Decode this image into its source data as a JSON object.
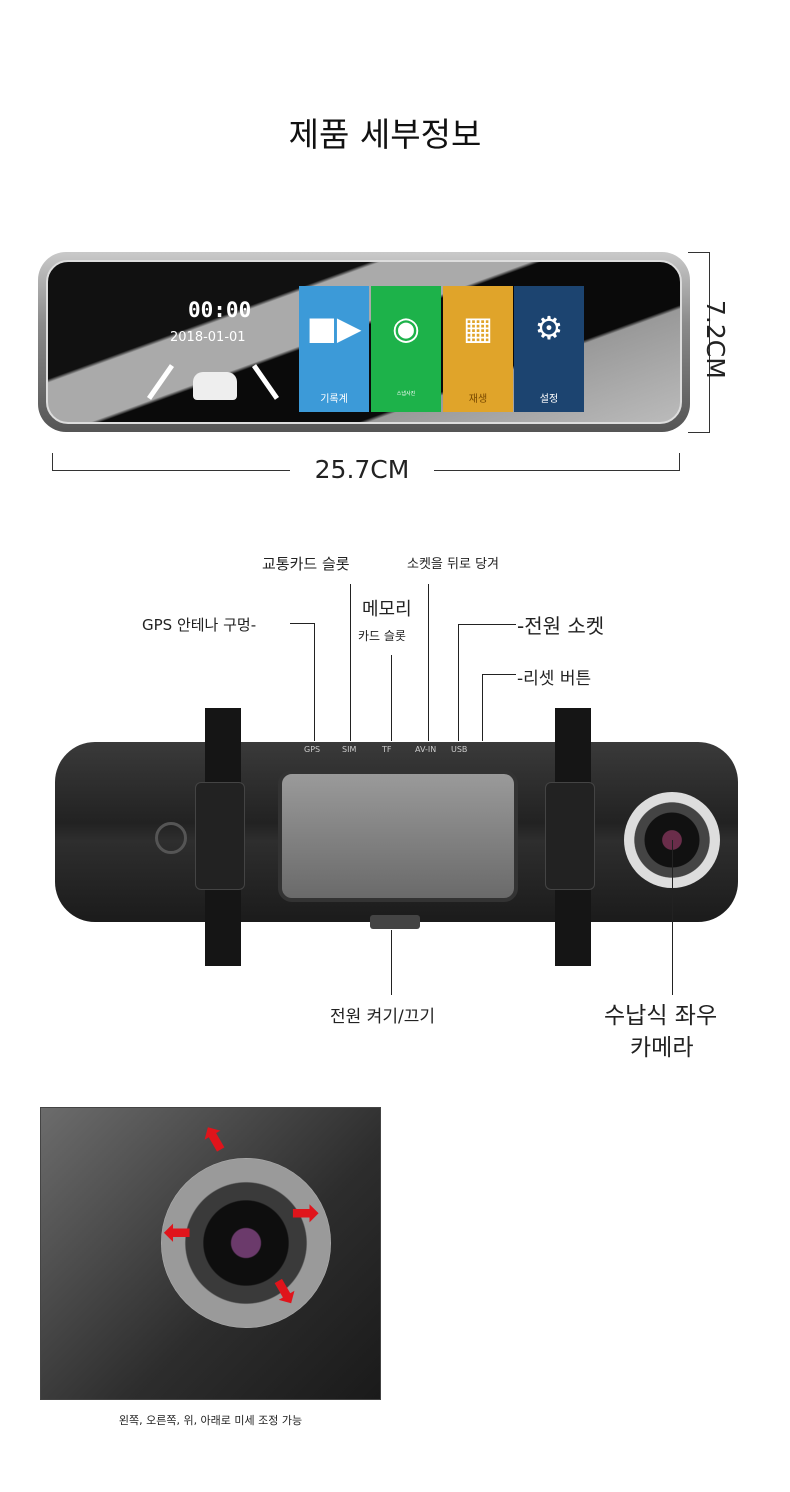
{
  "title": "제품 세부정보",
  "mirror": {
    "clock": "00:00",
    "date": "2018-01-01",
    "tiles": [
      {
        "label": "기록계",
        "icon": "video-camera-icon",
        "color": "#3c9ad8"
      },
      {
        "label": "스냅사진",
        "icon": "camera-icon",
        "color": "#1db24a"
      },
      {
        "label": "재생",
        "icon": "film-icon",
        "color": "#e0a42a"
      },
      {
        "label": "설정",
        "icon": "gear-icon",
        "color": "#1c4470"
      }
    ]
  },
  "dimensions": {
    "height": "7.2CM",
    "width": "25.7CM"
  },
  "ports": [
    "GPS",
    "SIM",
    "TF",
    "AV-IN",
    "USB"
  ],
  "labels": {
    "gps": "GPS 안테나 구멍-",
    "sim": "교통카드 슬롯",
    "memory": "메모리",
    "tf": "카드 슬롯",
    "av": "소켓을 뒤로 당겨",
    "power_socket": "-전원 소켓",
    "reset": "-리셋 버튼",
    "power_button": "전원 켜기/끄기",
    "camera_1": "수납식 좌우",
    "camera_2": "카메라"
  },
  "caption": "왼쪽, 오른쪽, 위, 아래로 미세 조정 가능"
}
